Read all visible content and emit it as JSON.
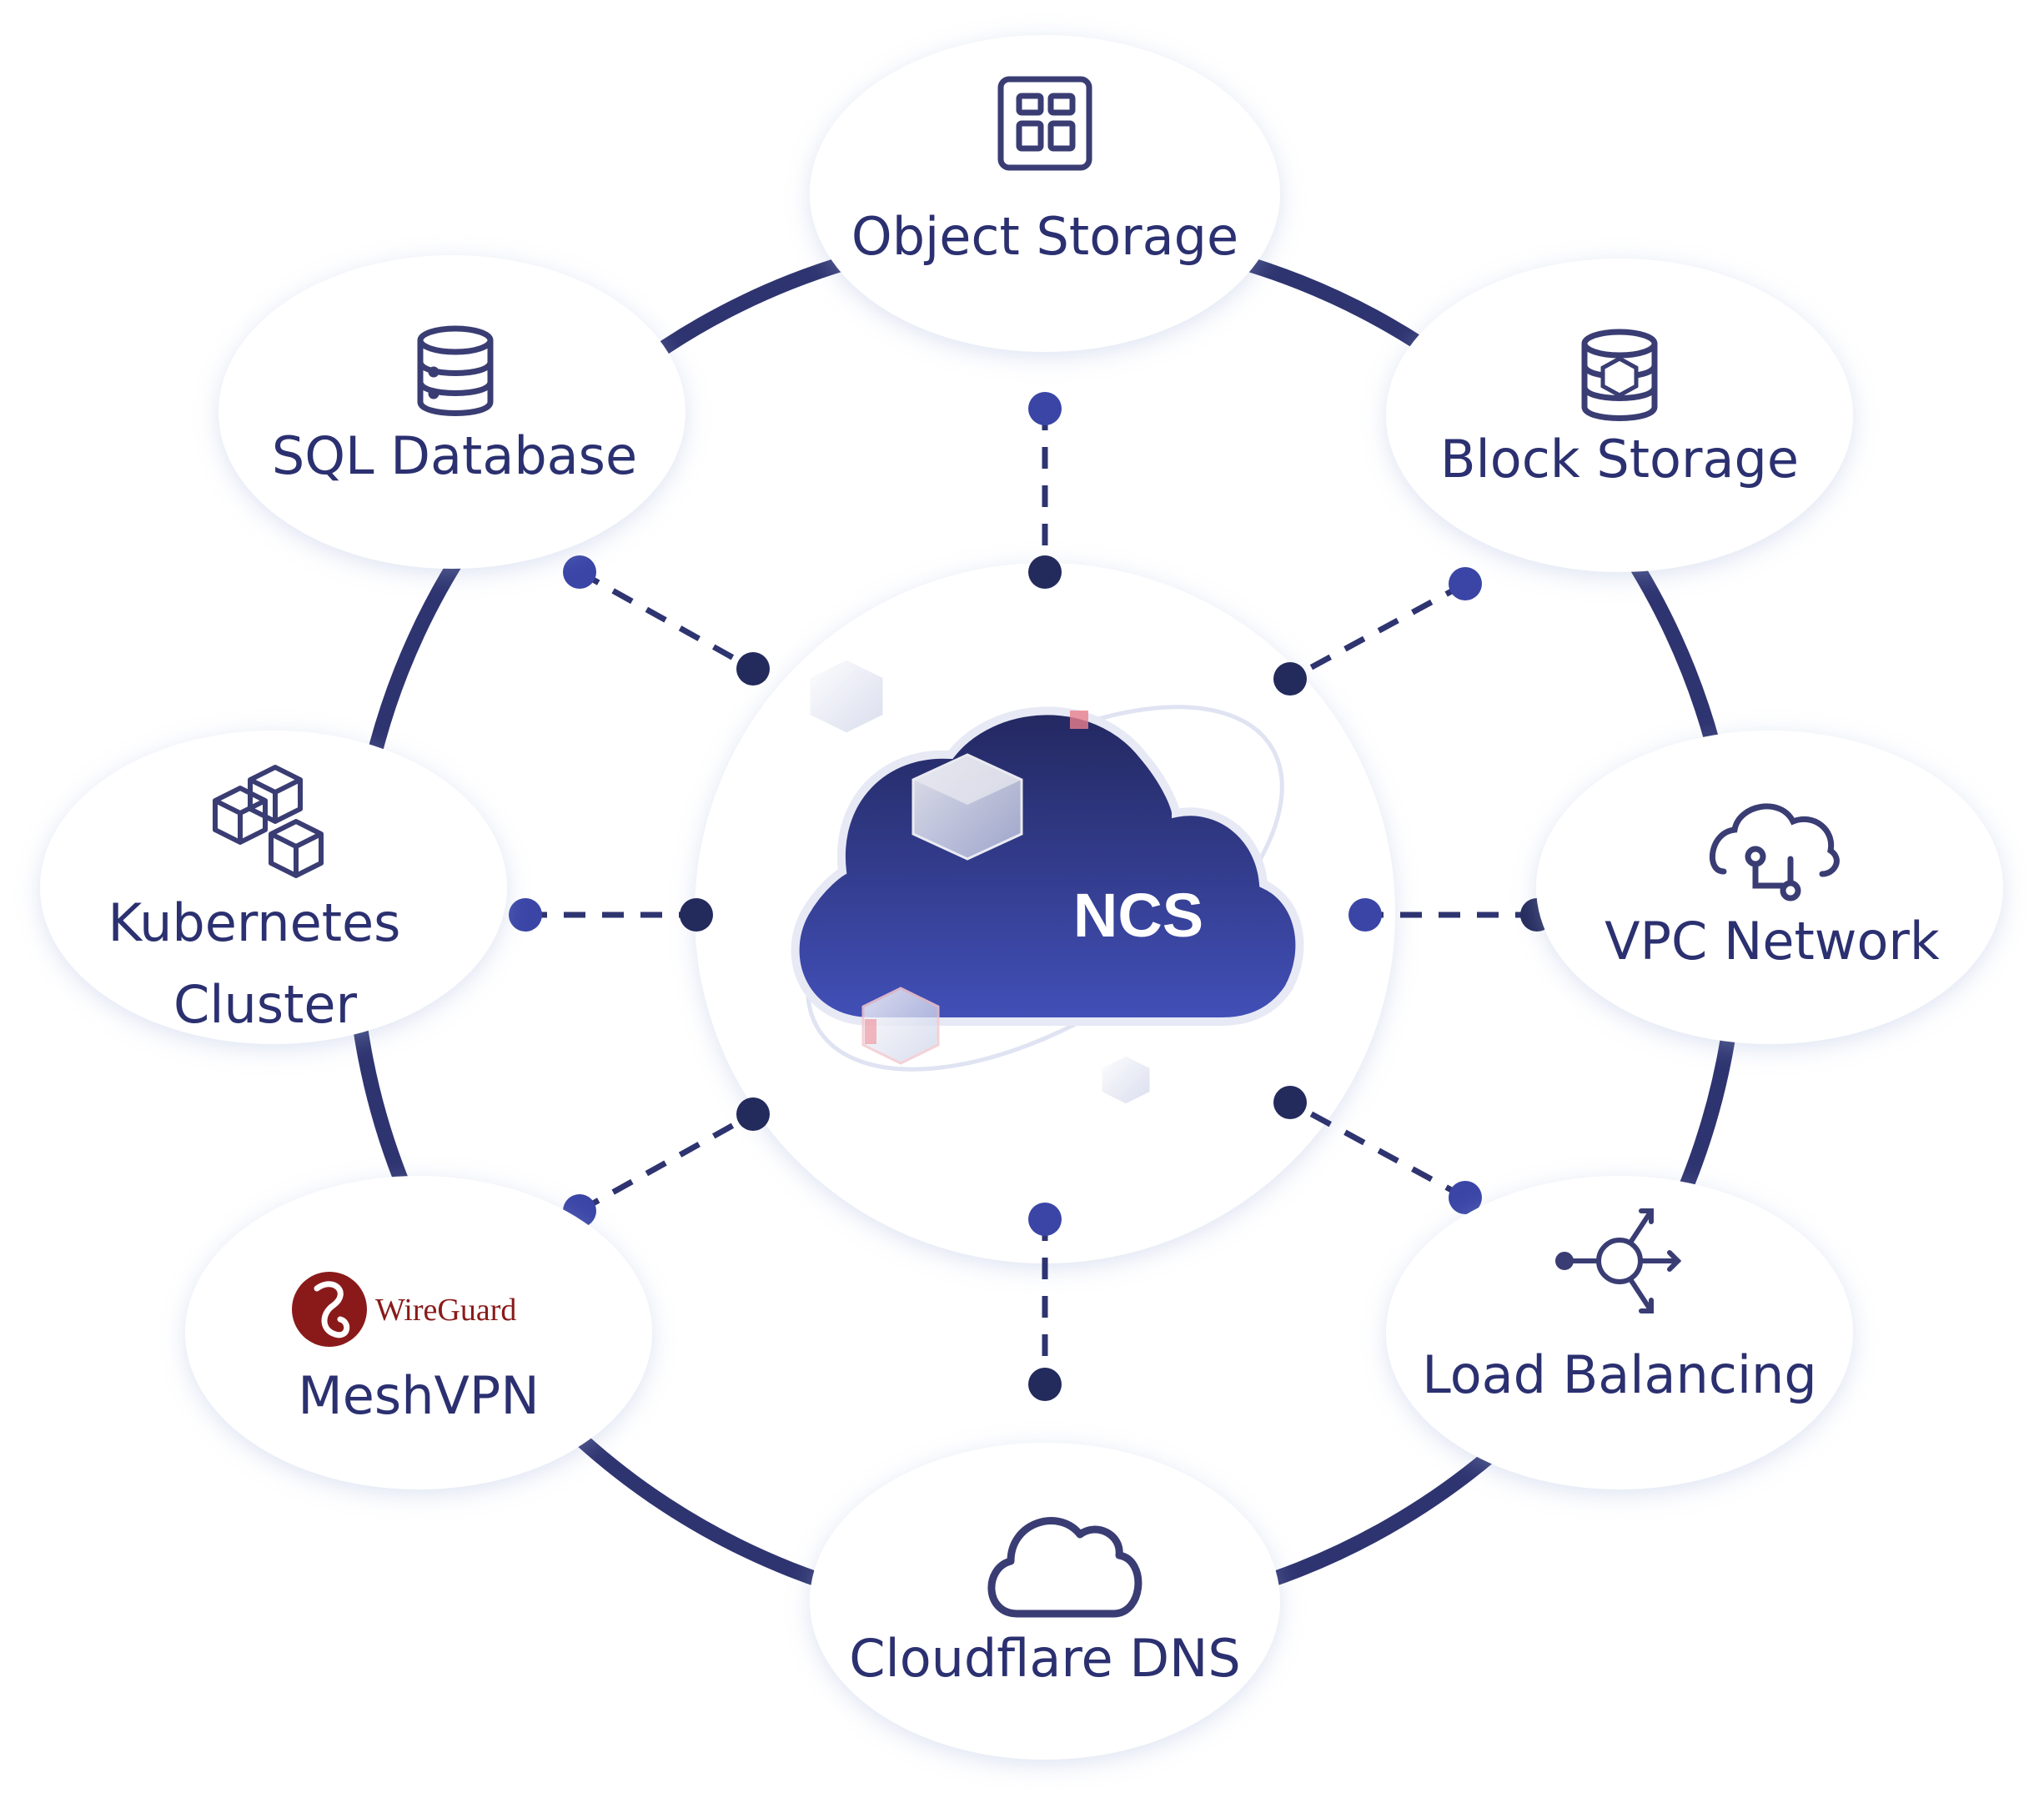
{
  "center": {
    "label": "NCS"
  },
  "services": {
    "object_storage": {
      "label": "Object Storage",
      "icon": "object-storage-icon"
    },
    "block_storage": {
      "label": "Block Storage",
      "icon": "block-storage-icon"
    },
    "vpc_network": {
      "label": "VPC Network",
      "icon": "vpc-network-icon"
    },
    "load_balancing": {
      "label": "Load Balancing",
      "icon": "load-balancer-icon"
    },
    "cloudflare_dns": {
      "label": "Cloudflare DNS",
      "icon": "cloud-icon"
    },
    "meshvpn": {
      "label": "MeshVPN",
      "icon": "wireguard-logo",
      "logo_text": "WireGuard"
    },
    "kubernetes": {
      "label_line1": "Kubernetes",
      "label_line2": "Cluster",
      "icon": "cubes-icon"
    },
    "sql_database": {
      "label": "SQL Database",
      "icon": "database-icon"
    }
  },
  "colors": {
    "ring": "#2e3470",
    "text": "#2b3070",
    "dot_outer": "#3a45a6",
    "dot_inner": "#232a5c",
    "cloud_top": "#2a2f6a",
    "cloud_bottom": "#3d4ab0",
    "wireguard": "#8a1a1a"
  }
}
